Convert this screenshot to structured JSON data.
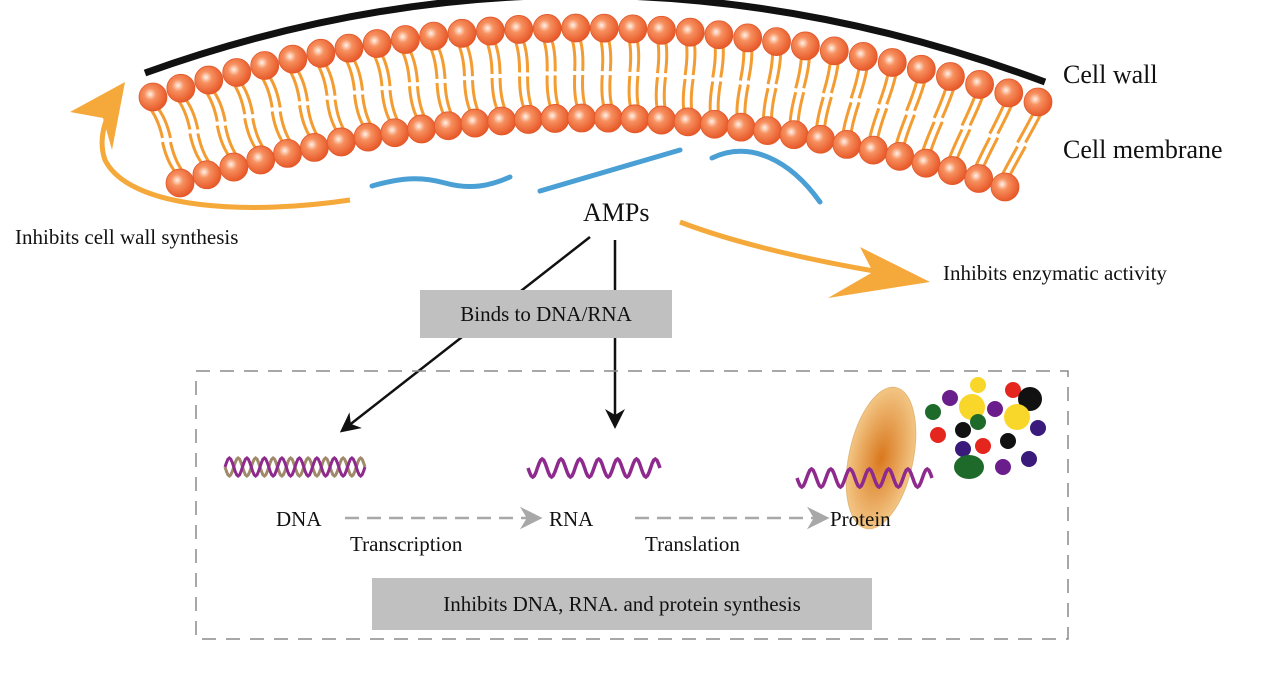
{
  "labels": {
    "cell_wall": "Cell wall",
    "cell_membrane": "Cell membrane",
    "amps": "AMPs",
    "inhibits_cell_wall": "Inhibits cell wall synthesis",
    "inhibits_enzymatic": "Inhibits enzymatic activity",
    "binds_dna_rna": "Binds to DNA/RNA",
    "dna": "DNA",
    "rna": "RNA",
    "protein": "Protein",
    "transcription": "Transcription",
    "translation": "Translation",
    "inhibits_synthesis": "Inhibits DNA, RNA. and protein synthesis"
  },
  "colors": {
    "lipid_head": "#f06a3c",
    "lipid_tail": "#f39c32",
    "cell_wall": "#111111",
    "amp_peptide": "#4a9fd4",
    "orange_arrow": "#f5a93a",
    "label_box": "#c0c0c0",
    "nucleic_acid": "#8e2a8e",
    "protein_blob": "#e8a85a"
  }
}
